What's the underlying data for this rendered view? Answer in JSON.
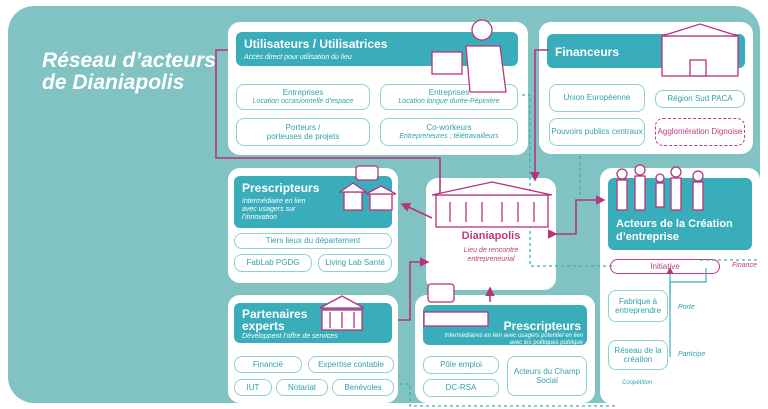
{
  "title": {
    "line1": "Réseau d’acteurs",
    "line2": "de Dianiapolis"
  },
  "users": {
    "title": "Utilisateurs / Utilisatrices",
    "subtitle": "Accès direct pour utilisation du lieu",
    "items": [
      {
        "label": "Entreprises",
        "sub": "Location occasionnelle d’espace"
      },
      {
        "label": "Entreprises",
        "sub": "Location longue durée-Pépinière"
      },
      {
        "label": "Porteurs /",
        "sub": "porteuses de projets"
      },
      {
        "label": "Co-workeurs",
        "sub": "Entrepreneures ; télétravailleurs"
      }
    ]
  },
  "funders": {
    "title": "Financeurs",
    "items": [
      "Union Européenne",
      "Région Sud PACA",
      "Pouvoirs publics centraux",
      "Agglomération Dignoise"
    ]
  },
  "prescripteurs1": {
    "title": "Prescripteurs",
    "subtitle": "Intermédiaire en lien avec usagers sur l’innovation",
    "items": [
      "Tiers lieux du département",
      "FabLab PGDG",
      "Living Lab Santé"
    ]
  },
  "center": {
    "name": "Dianiapolis",
    "subtitle": "Lieu de rencontre entrepreneurial"
  },
  "creation": {
    "title": "Acteurs de la Création d’entreprise",
    "initiative": "Initiative",
    "finance": "Finance",
    "items": [
      "Fabrique à entreprendre",
      "Réseau de la création"
    ],
    "porte": "Porte",
    "participe": "Participe",
    "cooperation": "Coopétition"
  },
  "partners": {
    "title": "Partenaires experts",
    "subtitle": "Développent l’offre de services",
    "items": [
      "Financié",
      "Expertise contable",
      "IUT",
      "Notariat",
      "Benévoles"
    ]
  },
  "prescripteurs2": {
    "title": "Prescripteurs",
    "subtitle": "Intermédiaires en lien avec usagers potentiel en lien avec les politiques publique",
    "items": [
      "Pôle emploi",
      "Acteurs du Champ Social",
      "DC-RSA"
    ]
  }
}
